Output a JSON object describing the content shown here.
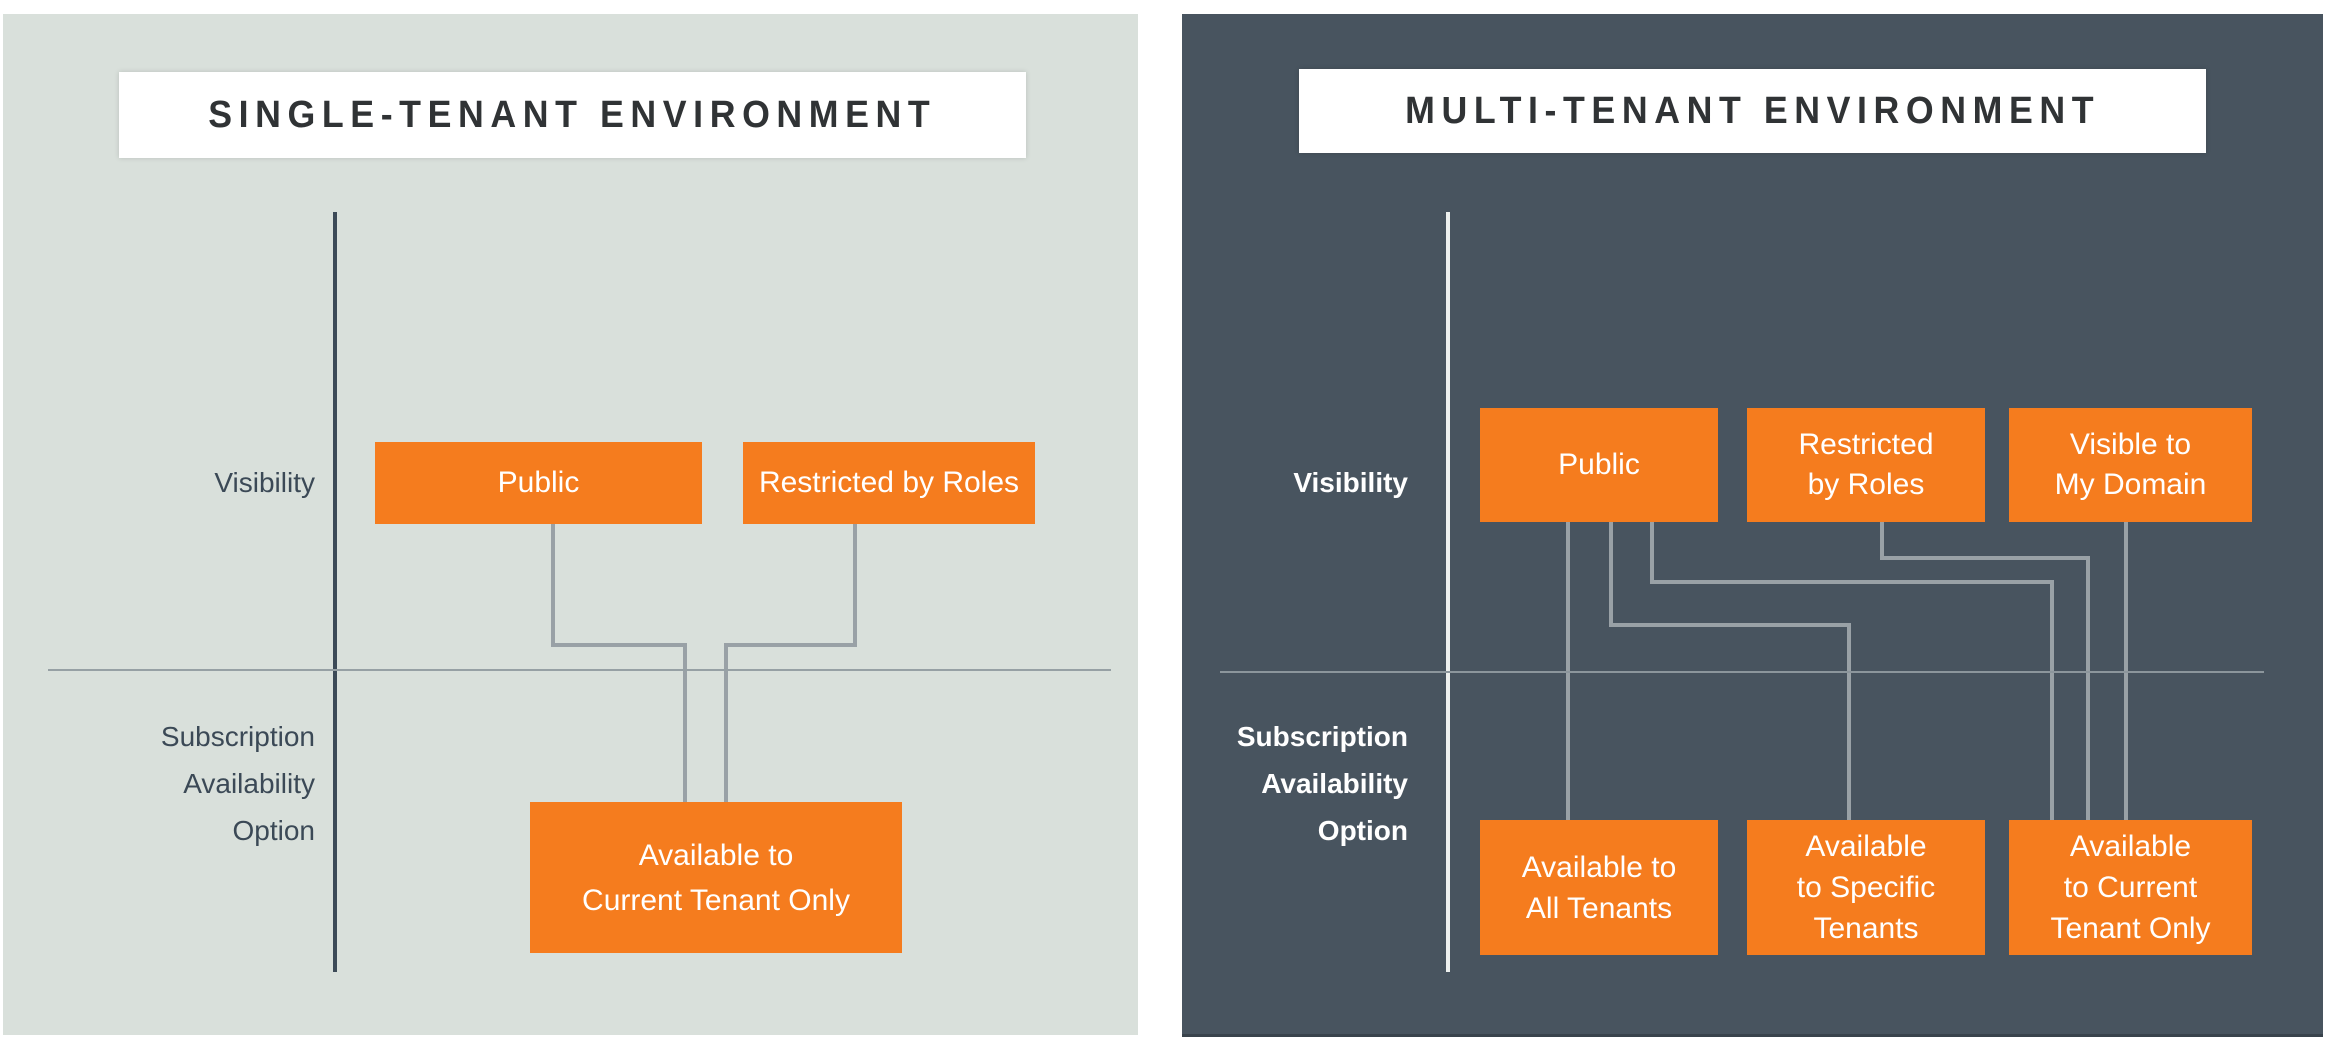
{
  "colors": {
    "orange_box": "#F57C1E",
    "single_panel_bg": "#D9E0DB",
    "multi_panel_bg": "#48545F",
    "dark_axis_line": "#3C4A57",
    "light_axis_line": "#EDF0EE",
    "connector_gray": "#99A1A6",
    "divider_gray": "#96A0A4",
    "title_text": "#303335",
    "single_label_text": "#3B4956",
    "multi_label_text": "#FFFFFF",
    "box_text": "#FFFFFF",
    "page_bg": "#FFFFFF"
  },
  "single_tenant": {
    "title": "SINGLE-TENANT ENVIRONMENT",
    "visibility_label": "Visibility",
    "subscription_label": "Subscription\nAvailability\nOption",
    "boxes": {
      "public": "Public",
      "restricted": "Restricted by Roles",
      "available_current": "Available to\nCurrent Tenant Only"
    }
  },
  "multi_tenant": {
    "title": "MULTI-TENANT ENVIRONMENT",
    "visibility_label": "Visibility",
    "subscription_label": "Subscription\nAvailability\nOption",
    "boxes": {
      "public": "Public",
      "restricted": "Restricted\nby Roles",
      "visible_domain": "Visible to\nMy Domain",
      "available_all": "Available to\nAll Tenants",
      "available_specific": "Available\nto Specific\nTenants",
      "available_current": "Available\nto Current\nTenant Only"
    }
  }
}
